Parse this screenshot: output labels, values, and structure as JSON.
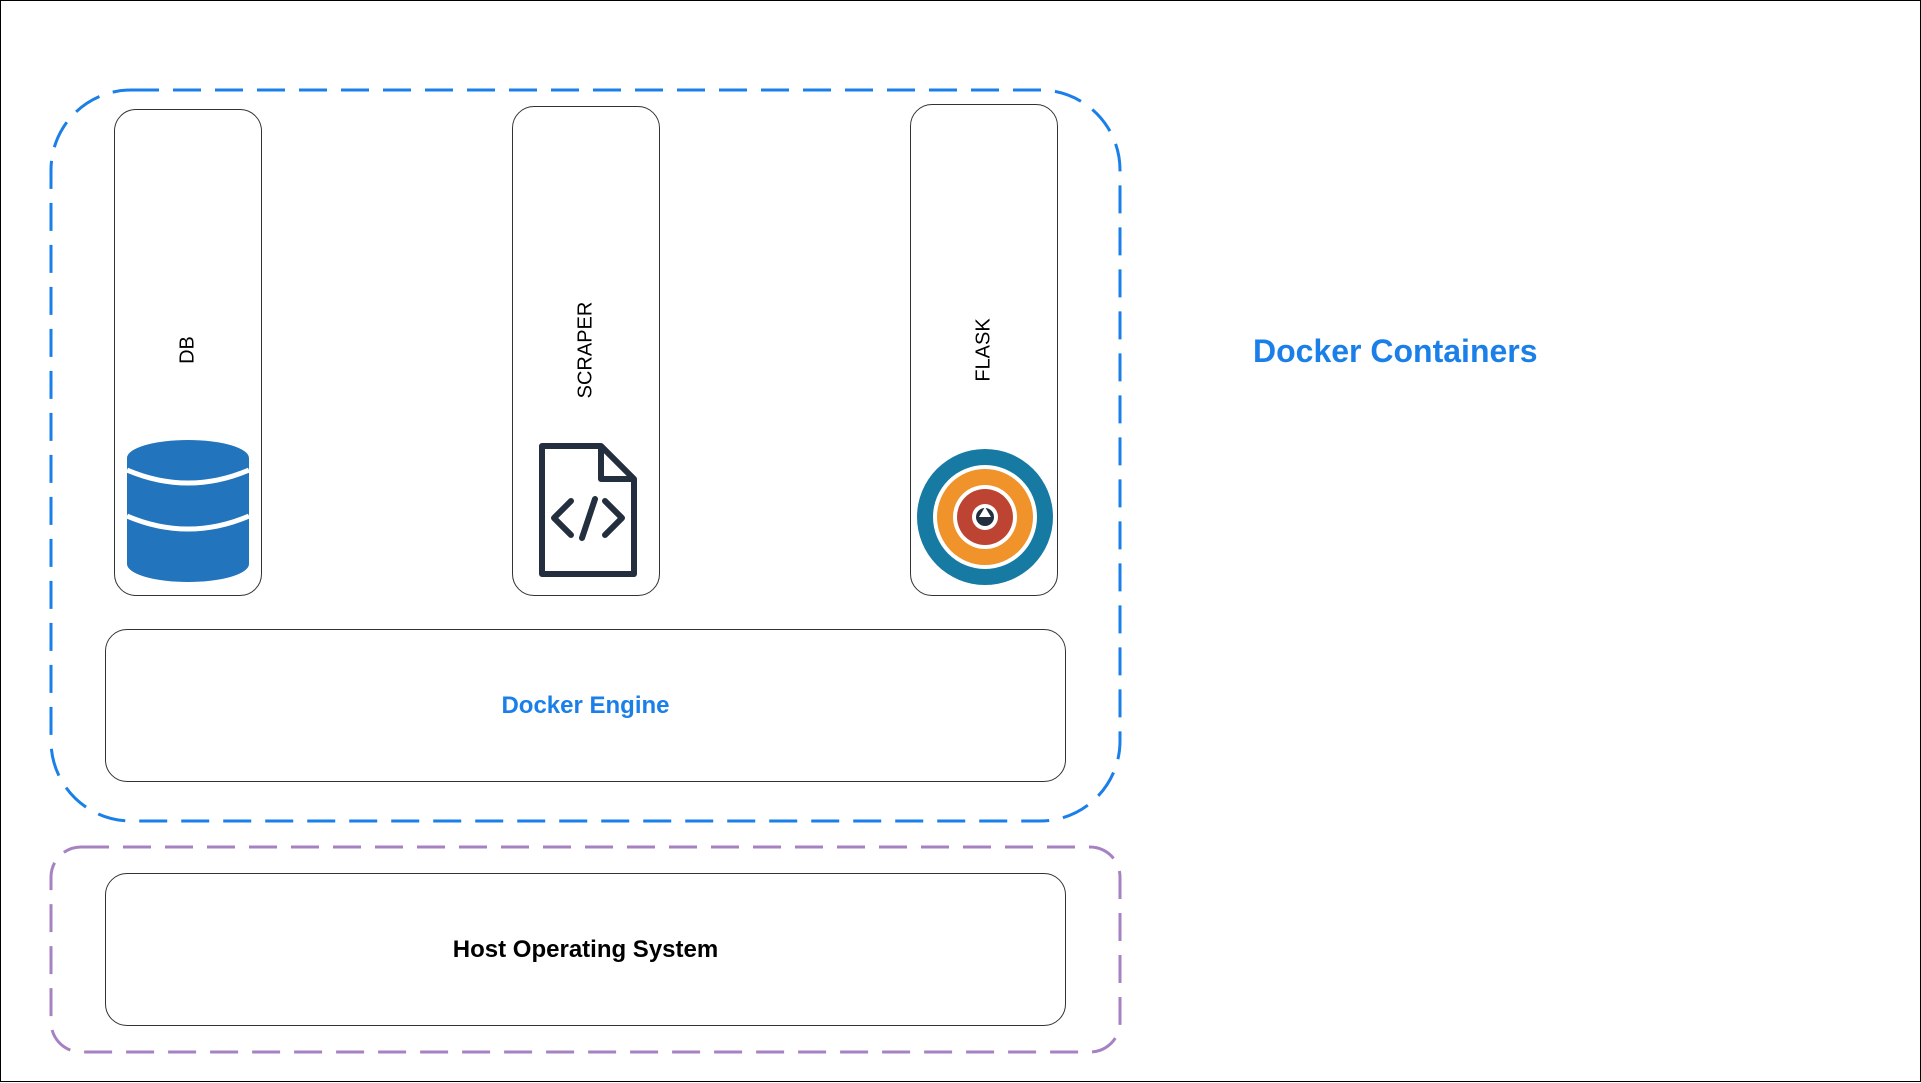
{
  "title": "Docker Containers",
  "containers": [
    {
      "label": "DB",
      "icon": "database-icon"
    },
    {
      "label": "SCRAPER",
      "icon": "code-file-icon"
    },
    {
      "label": "FLASK",
      "icon": "flask-target-icon"
    }
  ],
  "engine": {
    "label": "Docker Engine"
  },
  "host": {
    "label": "Host Operating System"
  },
  "colors": {
    "docker_accent": "#1a7fe8",
    "host_frame": "#a782c3",
    "db_blue": "#2274bd",
    "flask_outer": "#167aa3",
    "flask_orange": "#ef932a",
    "flask_red": "#bd4332",
    "icon_dark": "#232f3e"
  }
}
